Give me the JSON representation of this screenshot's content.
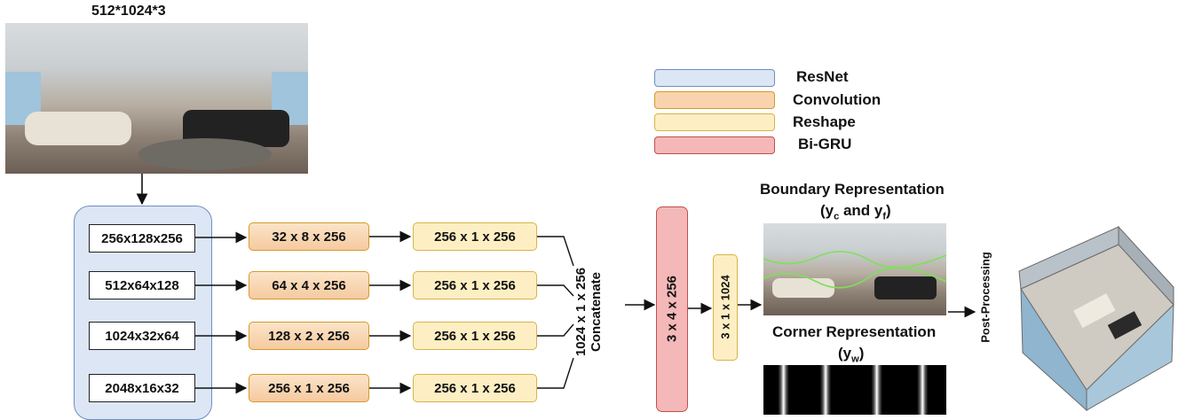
{
  "input": {
    "size_label": "512*1024*3"
  },
  "legend": [
    {
      "label": "ResNet",
      "fill": "#dce6f4",
      "stroke": "#6d8fc3"
    },
    {
      "label": "Convolution",
      "fill": "#f8d3ad",
      "stroke": "#d69a2a"
    },
    {
      "label": "Reshape",
      "fill": "#fdefc3",
      "stroke": "#d9b24a"
    },
    {
      "label": "Bi-GRU",
      "fill": "#f4b8b8",
      "stroke": "#c0504d"
    }
  ],
  "resnet_features": [
    "256x128x256",
    "512x64x128",
    "1024x32x64",
    "2048x16x32"
  ],
  "convolutions": [
    "32 x 8 x 256",
    "64 x 4 x 256",
    "128 x 2 x 256",
    "256 x 1 x 256"
  ],
  "reshapes": [
    "256 x 1 x 256",
    "256 x 1 x 256",
    "256 x 1 x 256",
    "256 x 1 x 256"
  ],
  "concat": {
    "line1": "1024 x 1 x 256",
    "line2": "Concatenate"
  },
  "bigru": {
    "label": "3 x 4 x 256"
  },
  "reshape_out": {
    "label": "3 x 1 x 1024"
  },
  "boundary": {
    "title": "Boundary Representation",
    "sub_open": "(y",
    "sub_c": "c",
    "sub_and": " and y",
    "sub_f": "f",
    "sub_close": ")"
  },
  "corner": {
    "title": "Corner Representation",
    "sub_open": "(y",
    "sub_w": "w",
    "sub_close": ")"
  },
  "post": {
    "label": "Post-Processing"
  },
  "colors": {
    "bigru_fill": "#f4b8b8",
    "bigru_stroke": "#c0504d",
    "boundary_line": "#7ee05a"
  }
}
